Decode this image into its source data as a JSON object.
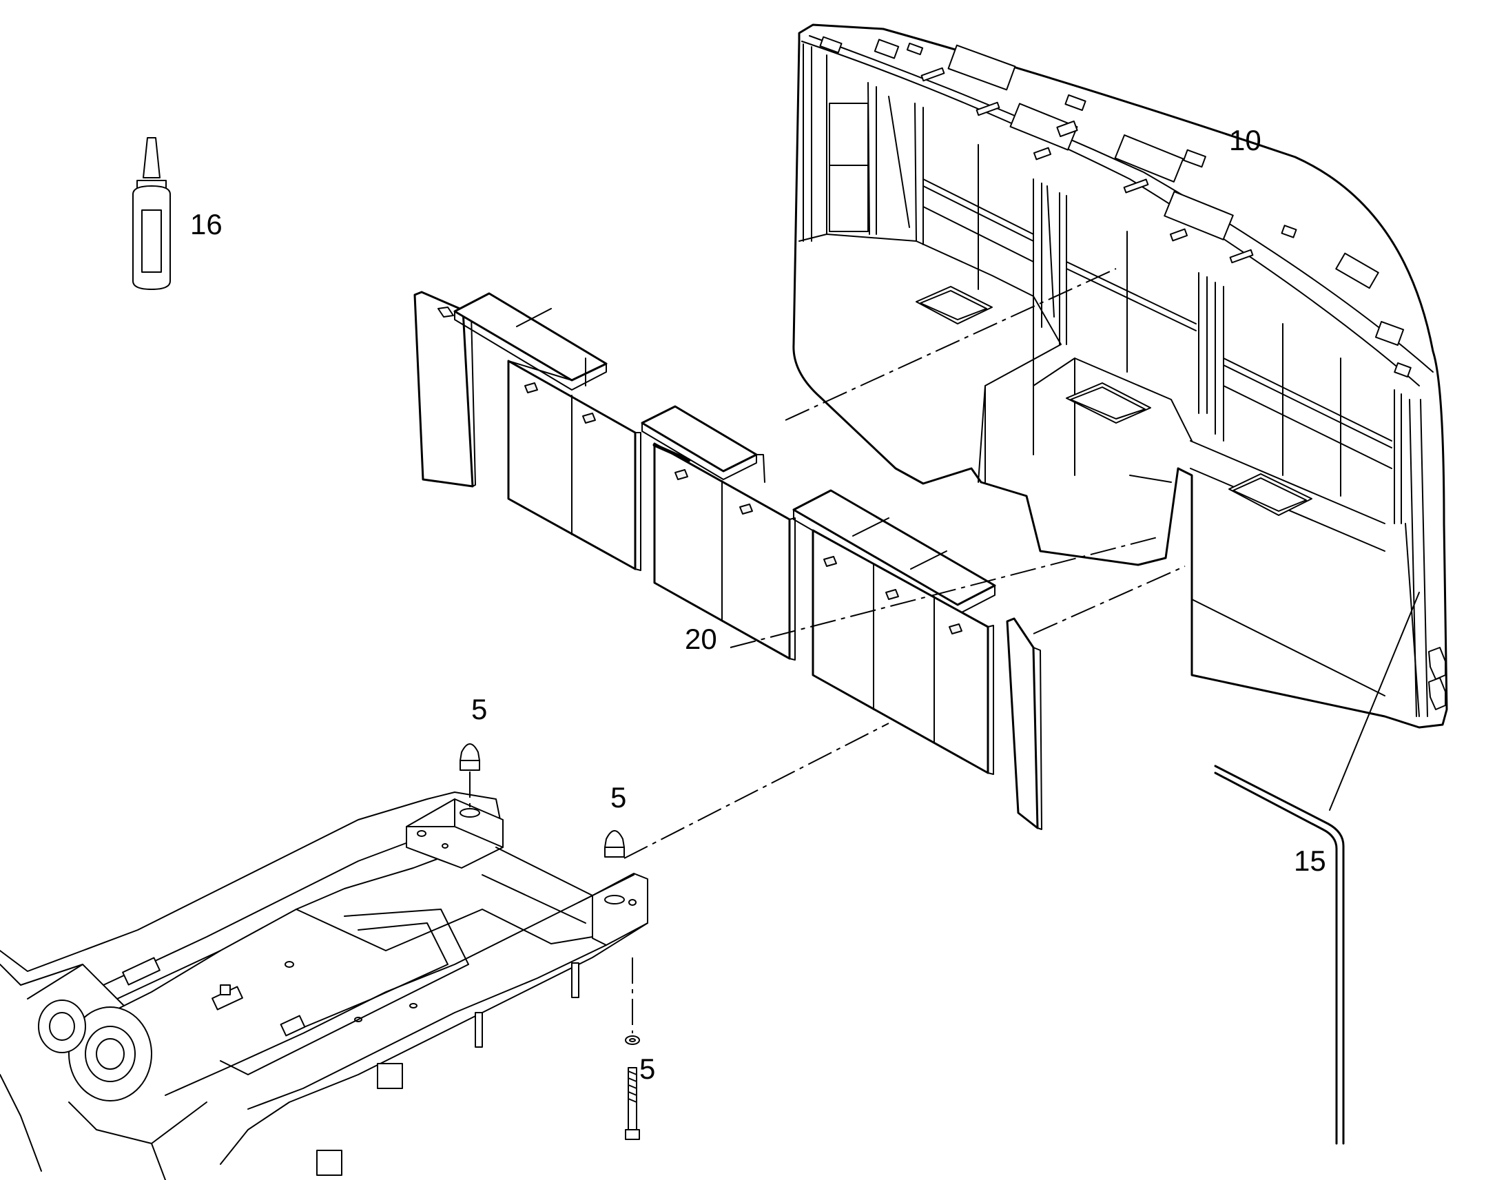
{
  "diagram": {
    "callouts": {
      "counterweight": "10",
      "sealant_bottle": "16",
      "cover_panels": "20",
      "seal_strip": "15",
      "stud_left": "5",
      "stud_right": "5",
      "bolt": "5"
    },
    "line_color": "#000000",
    "background": "#ffffff"
  }
}
